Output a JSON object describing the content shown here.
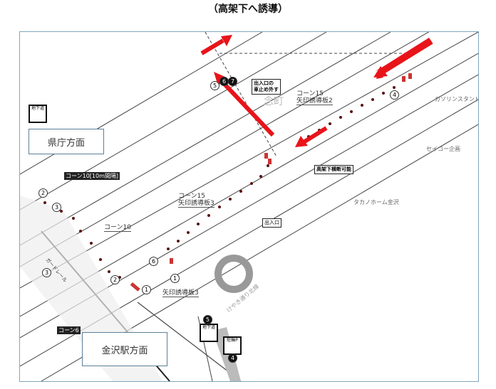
{
  "title": "（高架下へ誘導）",
  "directions": {
    "kencho": "県庁方面",
    "kanazawa_eki": "金沢駅方面"
  },
  "labels": {
    "cone15_a": "コーン15",
    "arrow_board2": "矢印誘導板2",
    "cone15_b": "コーン15",
    "arrow_board3_a": "矢印誘導板3",
    "arrow_board3_b": "矢印誘導板3",
    "cone10_gap": "コーン10[10m間隔]",
    "cone10": "コーン10",
    "cone6": "コーン6",
    "exit_stop": "出入口の\n車止め外す",
    "under_cross": "高架下横断可能",
    "entrance": "出入口",
    "gas": "ガソリンスタンド",
    "seiko": "セイコー企画",
    "takano": "タカノホーム金沢",
    "town": "念町",
    "keyaki": "けやき通り北線",
    "guardrail": "ガードレール",
    "underground": "地下道",
    "parking": "駐輪P"
  },
  "markers": {
    "g5": "5",
    "n6": "6",
    "n7": "7",
    "g4": "4",
    "p2": "2",
    "g3": "3",
    "g2": "2",
    "g6": "6",
    "g1": "1",
    "p1": "1",
    "h3": "3",
    "b5": "5",
    "b4": "4"
  },
  "colors": {
    "arrow": "#e8141a",
    "cone": "#5a1010",
    "frame": "#7fa6bf"
  }
}
